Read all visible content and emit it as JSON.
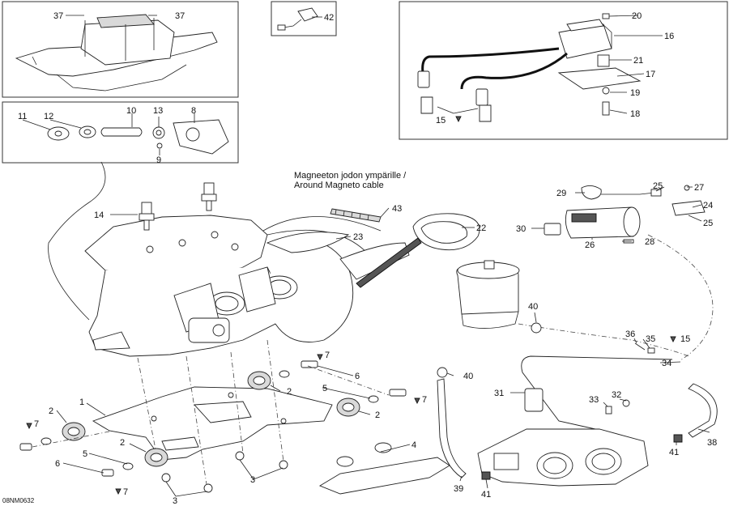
{
  "diagram": {
    "drawing_code": "08NM0632",
    "caption_lines": [
      "Magneeton jodon ympärille /",
      "Around Magneto cable"
    ],
    "labels": {
      "1": "1",
      "2": "2",
      "3": "3",
      "4": "4",
      "5": "5",
      "6": "6",
      "7": "7",
      "8": "8",
      "9": "9",
      "10": "10",
      "11": "11",
      "12": "12",
      "13": "13",
      "14": "14",
      "15": "15",
      "16": "16",
      "17": "17",
      "18": "18",
      "19": "19",
      "20": "20",
      "21": "21",
      "22": "22",
      "23": "23",
      "24": "24",
      "25": "25",
      "26": "26",
      "27": "27",
      "28": "28",
      "29": "29",
      "30": "30",
      "31": "31",
      "32": "32",
      "33": "33",
      "34": "34",
      "35": "35",
      "36": "36",
      "37": "37",
      "38": "38",
      "39": "39",
      "40": "40",
      "41": "41",
      "42": "42",
      "43": "43"
    }
  }
}
